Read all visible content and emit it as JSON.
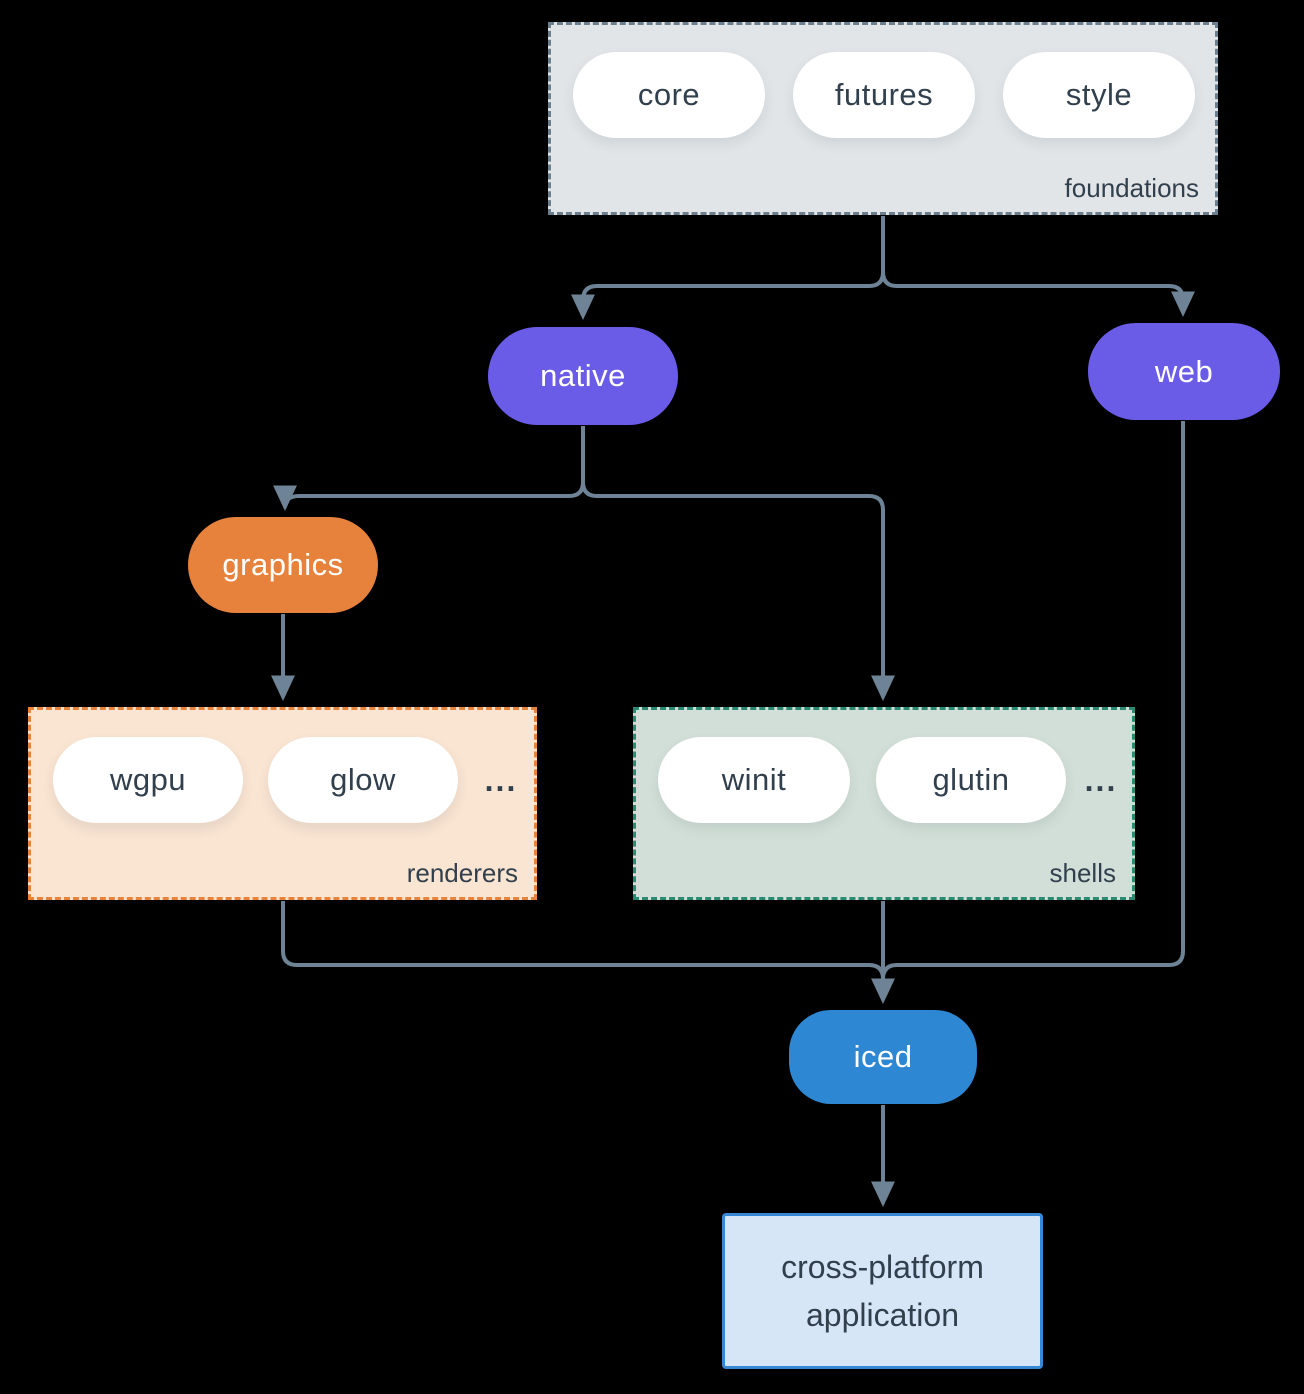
{
  "diagram": {
    "foundations": {
      "label": "foundations",
      "items": [
        "core",
        "futures",
        "style"
      ]
    },
    "native": {
      "label": "native"
    },
    "web": {
      "label": "web"
    },
    "graphics": {
      "label": "graphics"
    },
    "renderers": {
      "label": "renderers",
      "items": [
        "wgpu",
        "glow"
      ],
      "more": "..."
    },
    "shells": {
      "label": "shells",
      "items": [
        "winit",
        "glutin"
      ],
      "more": "..."
    },
    "iced": {
      "label": "iced"
    },
    "application": {
      "label": "cross-platform application"
    },
    "colors": {
      "background": "#000000",
      "connector": "#6E8396",
      "node_purple": "#6B5CE7",
      "node_orange": "#E6823C",
      "node_blue": "#2D87D2",
      "foundations_fill": "#E1E5E8",
      "foundations_border": "#6B7F8F",
      "renderers_fill": "#FAE4D2",
      "renderers_border": "#E8833C",
      "shells_fill": "#D2DFD8",
      "shells_border": "#2A8A72",
      "application_fill": "#D7E6F7",
      "application_border": "#3787D4",
      "text_dark": "#32404D",
      "text_light": "#FFFFFF"
    }
  }
}
